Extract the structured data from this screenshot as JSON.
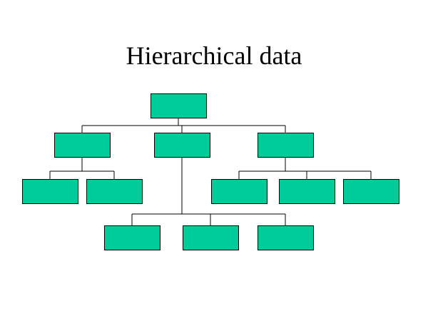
{
  "slide": {
    "title": "Hierarchical data"
  },
  "diagram": {
    "node_fill": "#00cc99",
    "node_stroke": "#000000",
    "line_color": "#000000",
    "nodes": [
      {
        "id": "root",
        "level": 0,
        "parent": null
      },
      {
        "id": "a",
        "level": 1,
        "parent": "root"
      },
      {
        "id": "b",
        "level": 1,
        "parent": "root"
      },
      {
        "id": "c",
        "level": 1,
        "parent": "root"
      },
      {
        "id": "a1",
        "level": 2,
        "parent": "a"
      },
      {
        "id": "a2",
        "level": 2,
        "parent": "a"
      },
      {
        "id": "c1",
        "level": 2,
        "parent": "c"
      },
      {
        "id": "c2",
        "level": 2,
        "parent": "c"
      },
      {
        "id": "c3",
        "level": 2,
        "parent": "c"
      },
      {
        "id": "b1",
        "level": 3,
        "parent": "b"
      },
      {
        "id": "b2",
        "level": 3,
        "parent": "b"
      },
      {
        "id": "b3",
        "level": 3,
        "parent": "b"
      }
    ]
  }
}
